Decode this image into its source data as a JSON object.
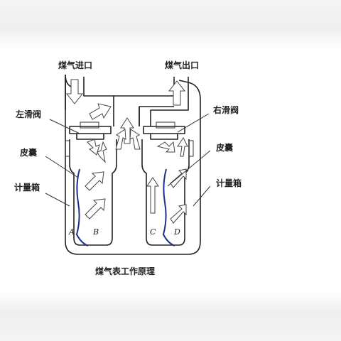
{
  "labels": {
    "gas_inlet": "煤气进口",
    "gas_outlet": "煤气出口",
    "left_slide_valve": "左滑阀",
    "right_slide_valve": "右滑阀",
    "bag_left": "皮囊",
    "bag_right": "皮囊",
    "box_left": "计量箱",
    "box_right": "计量箱",
    "chamber_a": "A",
    "chamber_b": "B",
    "chamber_c": "C",
    "chamber_d": "D",
    "caption": "煤气表工作原理"
  },
  "icons": {
    "flow_arrow": "flow-arrow-icon"
  }
}
